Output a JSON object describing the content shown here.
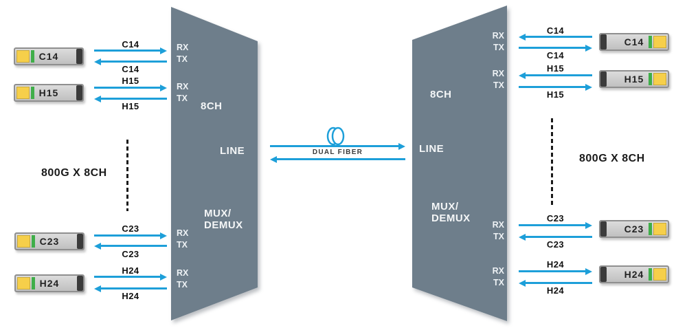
{
  "captions": {
    "left": "800G X 8CH",
    "right": "800G X 8CH"
  },
  "center_link": {
    "label": "DUAL FIBER",
    "icon": "fiber-coil-icon"
  },
  "ports": {
    "rx": "RX",
    "tx": "TX"
  },
  "mux_left": {
    "channels": "8CH",
    "line": "LINE",
    "mux1": "MUX/",
    "mux2": "DEMUX"
  },
  "mux_right": {
    "channels": "8CH",
    "line": "LINE",
    "mux1": "MUX/",
    "mux2": "DEMUX"
  },
  "left_channels": [
    {
      "name": "C14",
      "top": "C14",
      "bottom": "C14"
    },
    {
      "name": "H15",
      "top": "H15",
      "bottom": "H15"
    },
    {
      "name": "C23",
      "top": "C23",
      "bottom": "C23"
    },
    {
      "name": "H24",
      "top": "H24",
      "bottom": "H24"
    }
  ],
  "right_channels": [
    {
      "name": "C14",
      "top": "C14",
      "bottom": "C14"
    },
    {
      "name": "H15",
      "top": "H15",
      "bottom": "H15"
    },
    {
      "name": "C23",
      "top": "C23",
      "bottom": "C23"
    },
    {
      "name": "H24",
      "top": "H24",
      "bottom": "H24"
    }
  ],
  "colors": {
    "mux_body": "#6e7e8b",
    "arrow_blue": "#1d9fd9",
    "module_yellow": "#f6cf4a",
    "module_green": "#3fae49",
    "module_body": "#c9c9c9",
    "label_black": "#101010",
    "mux_text": "#f4f6f7"
  }
}
